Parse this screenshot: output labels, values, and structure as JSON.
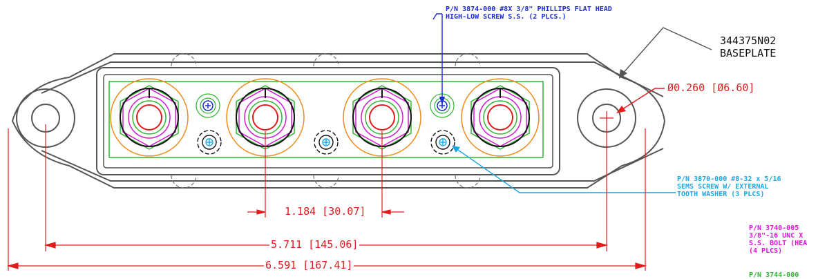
{
  "colors": {
    "outline": "#555555",
    "dimension": "#e01c1c",
    "green": "#2fb52f",
    "orange": "#f08a1c",
    "magenta": "#d01cd0",
    "blue_leader": "#1a2bd6",
    "cyan_leader": "#1aa7e6"
  },
  "callouts": {
    "screw_pn_line1": "P/N 3874-000 #8X 3/8\" PHILLIPS FLAT HEAD",
    "screw_pn_line2": "HIGH-LOW SCREW S.S. (2 PLCS.)",
    "baseplate_pn": "344375N02",
    "baseplate_name": "BASEPLATE",
    "hole_diameter": "Ø0.260 [Ø6.60]",
    "sems_line1": "P/N 3870-000 #8-32 x 5/16",
    "sems_line2": "SEMS SCREW W/ EXTERNAL",
    "sems_line3": "TOOTH WASHER (3 PLCS)",
    "bolt_line1": "P/N 3740-005",
    "bolt_line2": "3/8\"-16 UNC X",
    "bolt_line3": "S.S. BOLT (HEA",
    "bolt_line4": "(4 PLCS)",
    "bottom_cut": "P/N 3744-000"
  },
  "dimensions": {
    "stud_spacing": "1.184 [30.07]",
    "hole_spacing": "5.711 [145.06]",
    "overall_length": "6.591 [167.41]"
  }
}
